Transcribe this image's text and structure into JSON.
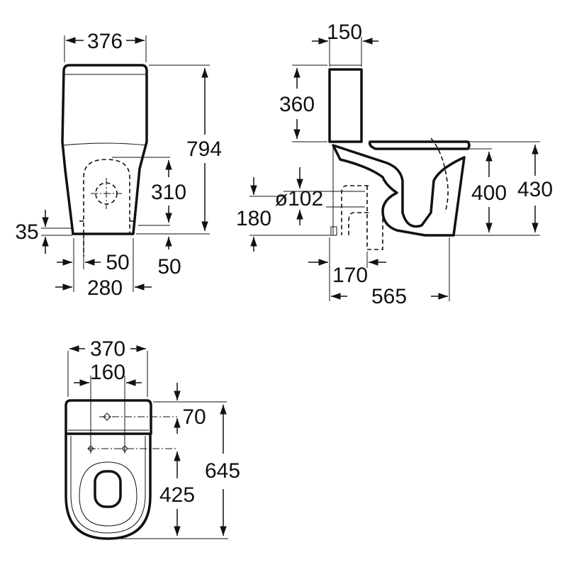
{
  "dimensions": {
    "front": {
      "width_top": "376",
      "height_total": "794",
      "inlet_height": "310",
      "bottom_left": "35",
      "offset_50_left": "50",
      "offset_50_right": "50",
      "base_width": "280"
    },
    "side": {
      "tank_depth": "150",
      "tank_height": "360",
      "outlet_diameter": "ø102",
      "outlet_height": "180",
      "bowl_height": "400",
      "seat_height": "430",
      "outlet_offset": "170",
      "total_depth": "565"
    },
    "plan": {
      "width": "370",
      "hole_spacing": "160",
      "wall_offset": "70",
      "length": "645",
      "seat_to_edge": "425"
    }
  }
}
